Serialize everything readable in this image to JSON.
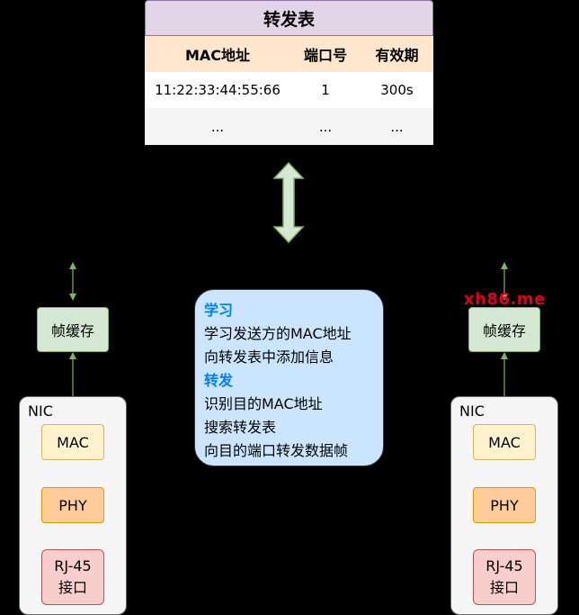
{
  "table": {
    "title": "转发表",
    "headers": [
      "MAC地址",
      "端口号",
      "有效期"
    ],
    "rows": [
      [
        "11:22:33:44:55:66",
        "1",
        "300s"
      ],
      [
        "...",
        "...",
        "..."
      ]
    ]
  },
  "info": {
    "learn_heading": "学习",
    "learn_lines": [
      "学习发送方的MAC地址",
      "向转发表中添加信息"
    ],
    "forward_heading": "转发",
    "forward_lines": [
      "识别目的MAC地址",
      "搜索转发表",
      "向目的端口转发数据帧"
    ]
  },
  "left_nic": {
    "buffer": "帧缓存",
    "nic_label": "NIC",
    "mac": "MAC",
    "phy": "PHY",
    "rj45_line1": "RJ-45",
    "rj45_line2": "接口"
  },
  "right_nic": {
    "buffer": "帧缓存",
    "nic_label": "NIC",
    "mac": "MAC",
    "phy": "PHY",
    "rj45_line1": "RJ-45",
    "rj45_line2": "接口"
  },
  "watermark": "xh86.me",
  "colors": {
    "background": "#000000",
    "arrow": "#82b366",
    "big_arrow_fill": "#d5e8d4",
    "heading_blue": "#007fff",
    "watermark": "#e0001b"
  }
}
